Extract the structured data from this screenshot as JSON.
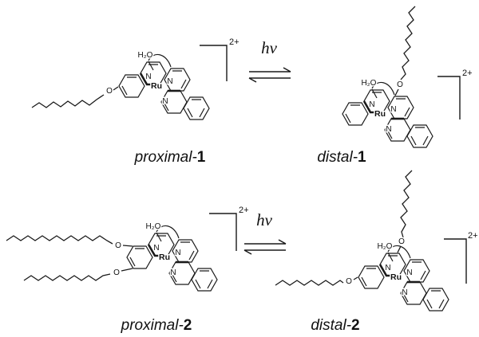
{
  "atoms": {
    "ru": "Ru",
    "n": "N",
    "o": "O",
    "h2o": "H₂O"
  },
  "charge": "2+",
  "photo_label": "hν",
  "captions": {
    "proximal_1": {
      "prefix": "proximal-",
      "number": "1"
    },
    "distal_1": {
      "prefix": "distal-",
      "number": "1"
    },
    "proximal_2": {
      "prefix": "proximal-",
      "number": "2"
    },
    "distal_2": {
      "prefix": "distal-",
      "number": "2"
    }
  }
}
